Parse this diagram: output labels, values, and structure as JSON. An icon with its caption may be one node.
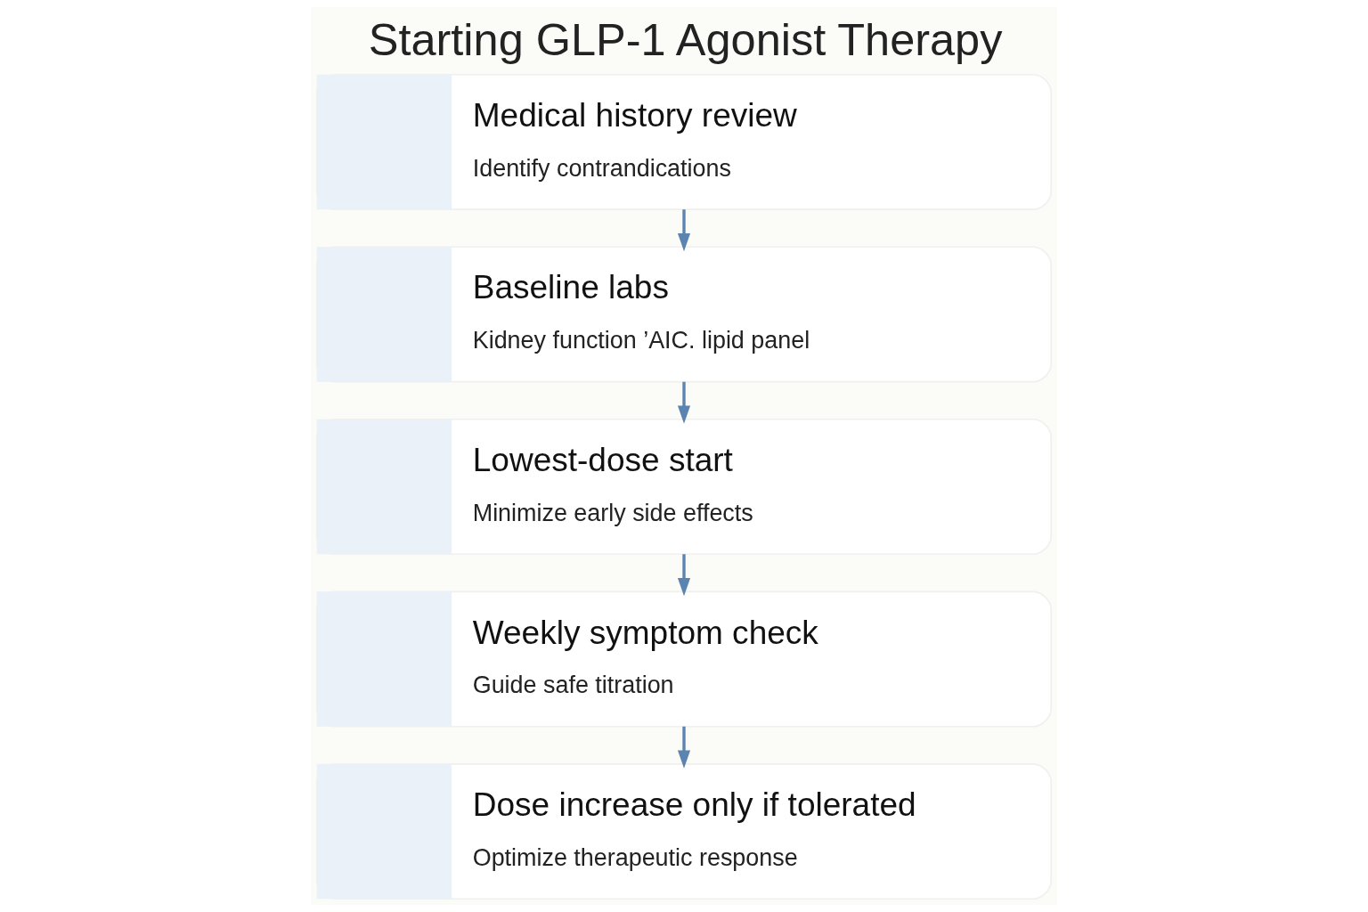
{
  "diagram": {
    "title": "Starting GLP-1 Agonist Therapy",
    "nodes": [
      {
        "text": [
          "Medical history review",
          "Identify contrandications"
        ]
      },
      {
        "text": [
          "Baseline labs",
          "Kidney function ’AIC. lipid panel"
        ]
      },
      {
        "text": [
          "Lowest-dose start",
          "Minimize early side effects"
        ]
      },
      {
        "text": [
          "Weekly symptom check",
          "Guide safe titration"
        ]
      },
      {
        "text": [
          "Dose increase only if tolerated",
          "Optimize therapeutic response"
        ]
      }
    ],
    "edges": [
      {
        "from": 0,
        "to": 1,
        "arrow": "to"
      },
      {
        "from": 1,
        "to": 2,
        "arrow": "to"
      },
      {
        "from": 2,
        "to": 3,
        "arrow": "to"
      },
      {
        "from": 3,
        "to": 4,
        "arrow": "to"
      }
    ]
  }
}
